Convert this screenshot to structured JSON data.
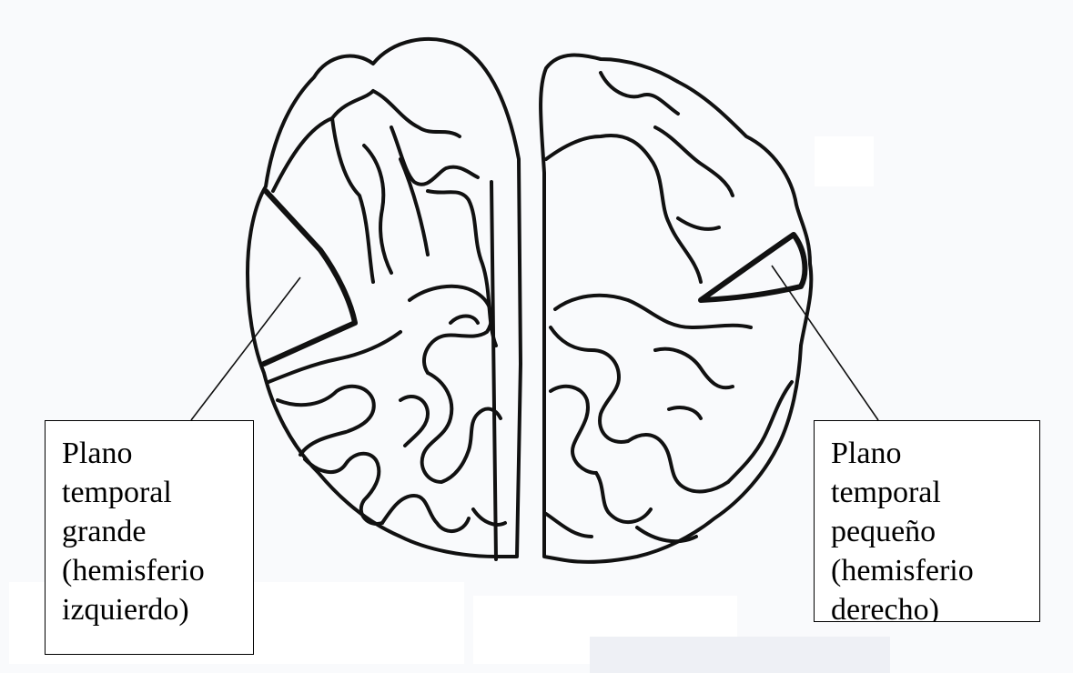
{
  "labels": {
    "left": {
      "lines": [
        "Plano",
        "temporal",
        "grande",
        "(hemisferio",
        "izquierdo)"
      ]
    },
    "right": {
      "lines": [
        "Plano",
        "temporal",
        "pequeño",
        "(hemisferio",
        "derecho)"
      ]
    }
  },
  "colors": {
    "outline": "#111111",
    "background_page": "#ffffff",
    "scan_tint": "#eef1f6"
  }
}
